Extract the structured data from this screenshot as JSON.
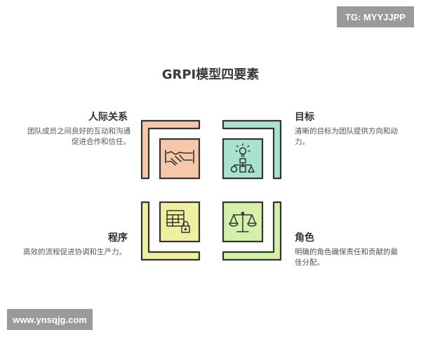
{
  "watermarks": {
    "top_right": "TG: MYYJJPP",
    "bottom_left": "www.ynsqjg.com"
  },
  "title": "GRPI模型四要素",
  "elements": [
    {
      "id": "relationships",
      "heading": "人际关系",
      "description_lines": [
        "团队成员之间良好的互动和沟通",
        "促进合作和信任。"
      ],
      "icon": "handshake-icon",
      "color": "#f6c7a8"
    },
    {
      "id": "goals",
      "heading": "目标",
      "description_lines": [
        "清晰的目标为团队提供方向和动",
        "力。"
      ],
      "icon": "lightbulb-org-icon",
      "color": "#a9e3cf"
    },
    {
      "id": "processes",
      "heading": "程序",
      "description_lines": [
        "高效的流程促进协调和生产力。"
      ],
      "icon": "locked-table-icon",
      "color": "#eef0a0"
    },
    {
      "id": "roles",
      "heading": "角色",
      "description_lines": [
        "明确的角色确保责任和贡献的最",
        "佳分配。"
      ],
      "icon": "scales-icon",
      "color": "#d5f0a8"
    }
  ]
}
